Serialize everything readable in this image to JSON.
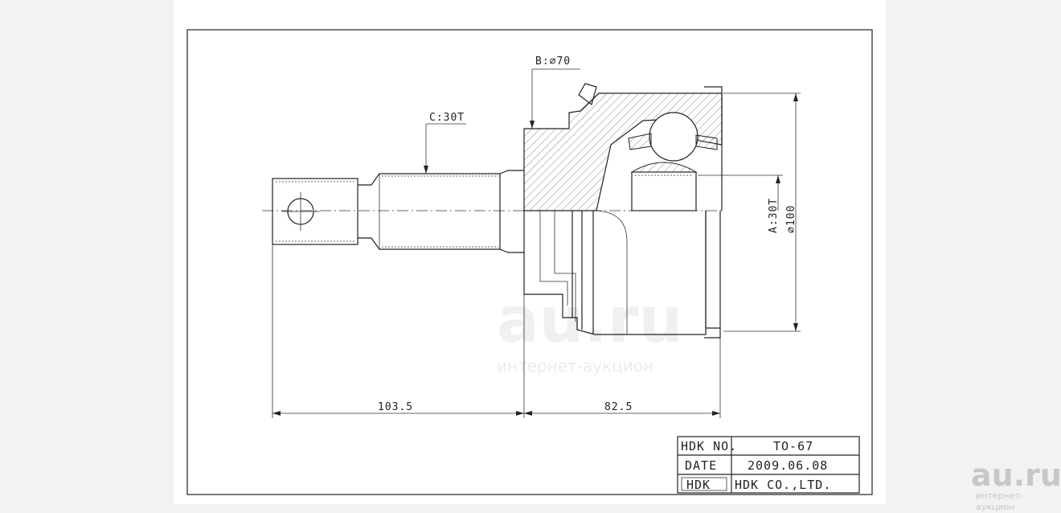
{
  "labels": {
    "c_spline": "C:30T",
    "b_diameter": "B:⌀70",
    "a_spline": "A:30T",
    "outer_diameter": "⌀100"
  },
  "dimensions": {
    "shaft_length": "103.5",
    "joint_length": "82.5"
  },
  "title_block": {
    "part_no_label": "HDK NO.",
    "part_no_value": "TO-67",
    "date_label": "DATE",
    "date_value": "2009.06.08",
    "company_logo": "HDK",
    "company_name": "HDK CO.,LTD."
  },
  "watermarks": {
    "center_text": "au.ru",
    "center_subtext": "интернет-аукцион",
    "corner_text": "au.ru",
    "corner_subtext": "интернет-аукцион"
  }
}
